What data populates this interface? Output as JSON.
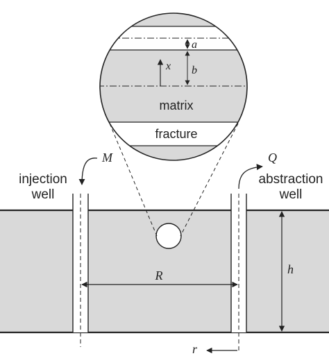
{
  "labels": {
    "injection_line1": "injection",
    "injection_line2": "well",
    "abstraction_line1": "abstraction",
    "abstraction_line2": "well",
    "matrix": "matrix",
    "fracture": "fracture",
    "var_M": "M",
    "var_Q": "Q",
    "var_R": "R",
    "var_h": "h",
    "var_r": "r",
    "var_a": "a",
    "var_b": "b",
    "var_x": "x"
  },
  "colors": {
    "matrix_fill": "#d9d9d9",
    "fracture_fill": "#ffffff",
    "stroke": "#222222"
  }
}
